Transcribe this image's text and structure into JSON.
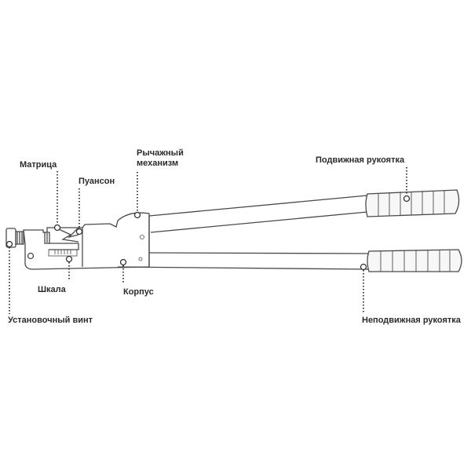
{
  "labels": {
    "matrix": "Матрица",
    "punch": "Пуансон",
    "lever": [
      "Рычажный",
      "механизм"
    ],
    "movable_handle": "Подвижная рукоятка",
    "scale": "Шкала",
    "body": "Корпус",
    "adjust_screw": "Установочный винт",
    "fixed_handle": "Неподвижная рукоятка"
  },
  "colors": {
    "line": "#4a4a4a",
    "text": "#2b2b2b",
    "grip": "#f4f4f4"
  }
}
